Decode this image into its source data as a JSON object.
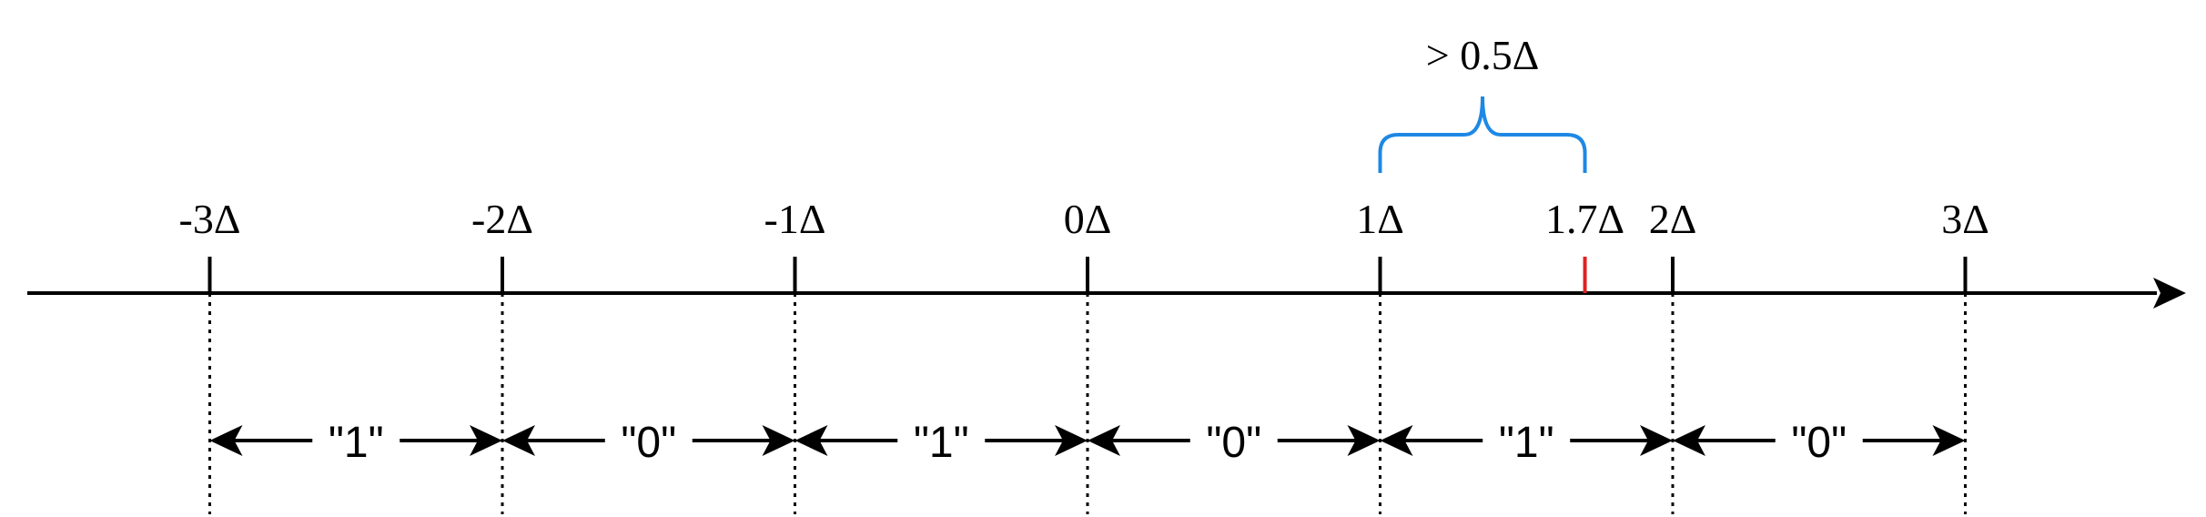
{
  "number_line": {
    "ticks": [
      {
        "label": "-3Δ",
        "value": -3
      },
      {
        "label": "-2Δ",
        "value": -2
      },
      {
        "label": "-1Δ",
        "value": -1
      },
      {
        "label": "0Δ",
        "value": 0
      },
      {
        "label": "1Δ",
        "value": 1
      },
      {
        "label": "2Δ",
        "value": 2
      },
      {
        "label": "3Δ",
        "value": 3
      }
    ],
    "marker": {
      "label": "1.7Δ",
      "value": 1.7,
      "color": "#e02020"
    },
    "intervals": [
      {
        "label": "\"1\"",
        "from": -3,
        "to": -2
      },
      {
        "label": "\"0\"",
        "from": -2,
        "to": -1
      },
      {
        "label": "\"1\"",
        "from": -1,
        "to": 0
      },
      {
        "label": "\"0\"",
        "from": 0,
        "to": 1
      },
      {
        "label": "\"1\"",
        "from": 1,
        "to": 2
      },
      {
        "label": "\"0\"",
        "from": 2,
        "to": 3
      }
    ],
    "brace": {
      "label": "> 0.5Δ",
      "from": 1,
      "to": 1.7,
      "color": "#1e88e5"
    }
  }
}
